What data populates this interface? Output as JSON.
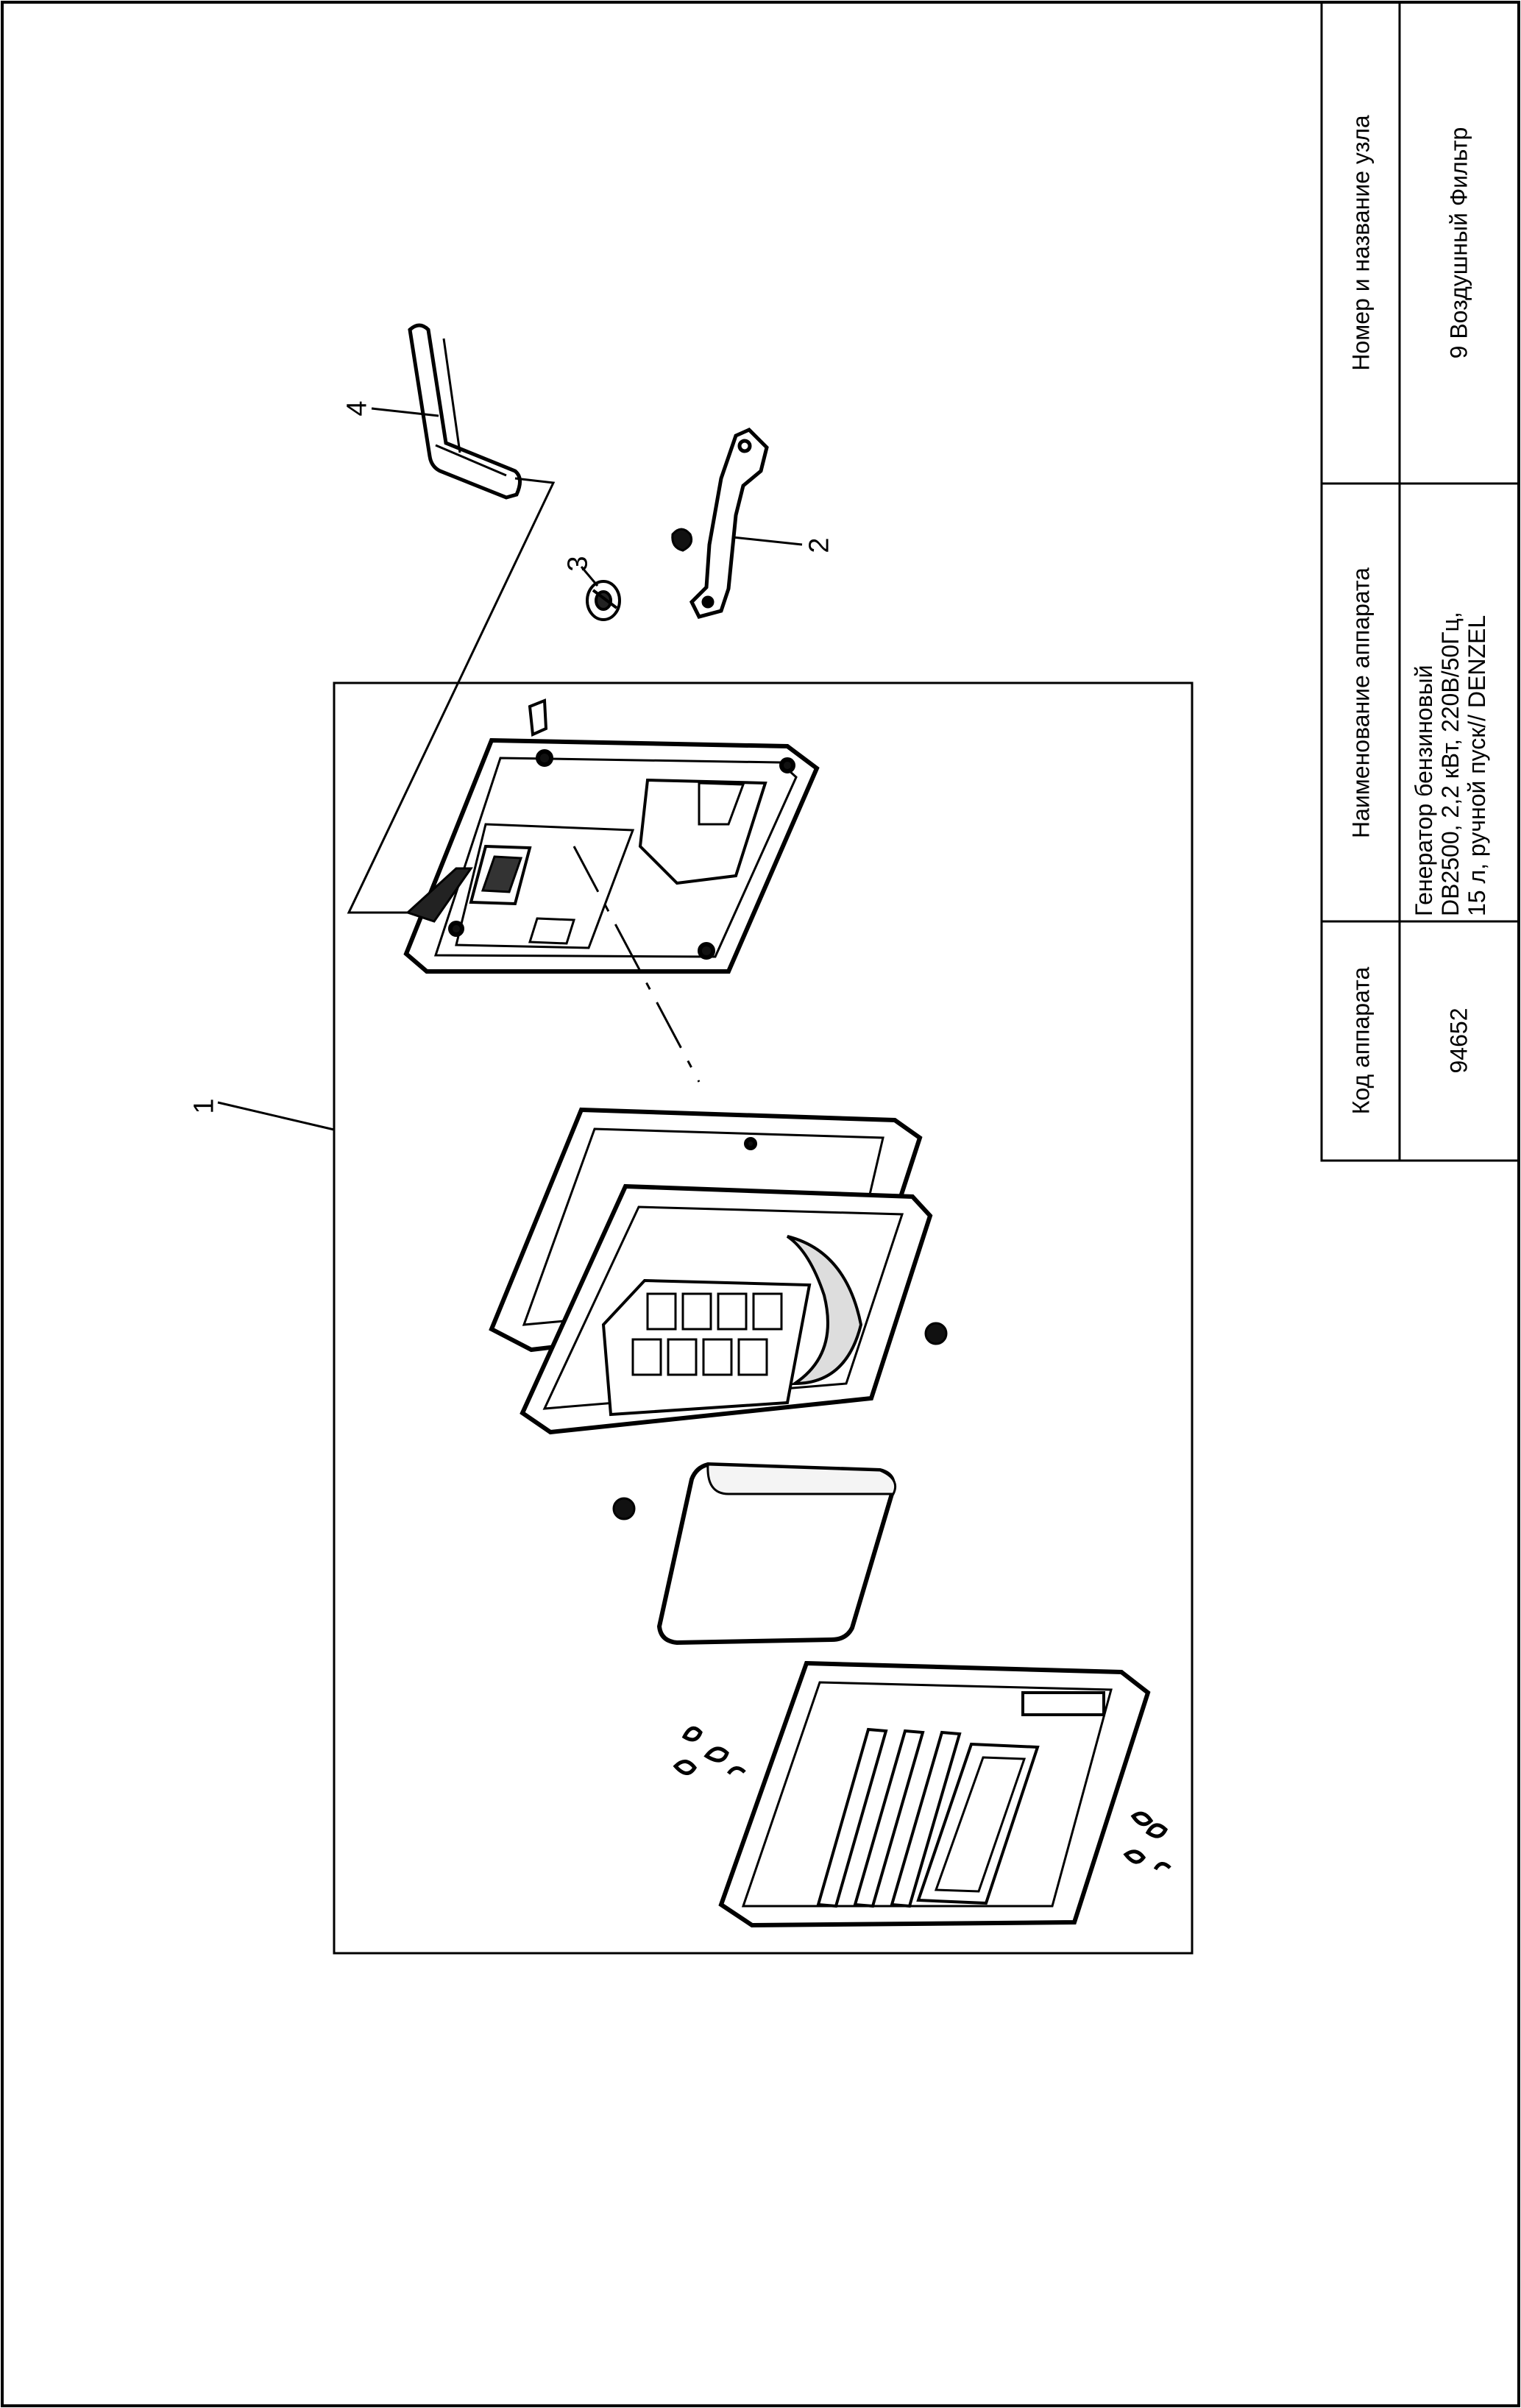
{
  "title_block": {
    "col_code_header": "Код аппарата",
    "col_name_header": "Наименование аппарата",
    "col_unit_header": "Номер и название узла",
    "code_value": "94652",
    "name_line1": "Генератор бензиновый",
    "name_line2": "DB2500, 2,2 кВт, 220В/50Гц,",
    "name_line3": "15 л, ручной пуск// DENZEL",
    "unit_value": "9 Воздушный Фильтр"
  },
  "drawing": {
    "callouts": [
      "1",
      "2",
      "3",
      "4"
    ]
  }
}
